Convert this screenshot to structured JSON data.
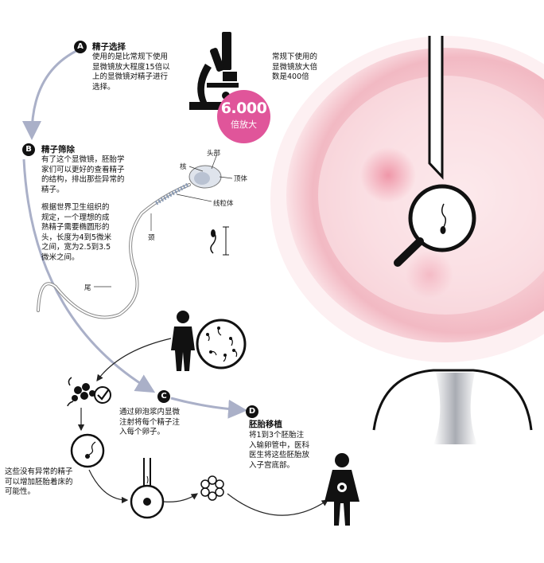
{
  "steps": {
    "a": {
      "badge": "A",
      "title": "精子选择",
      "body": [
        "使用的是比常规下使用",
        "显微镜放大程度15倍以",
        "上的显微镜对精子进行",
        "选择。"
      ]
    },
    "b": {
      "badge": "B",
      "title": "精子筛除",
      "body": [
        "有了这个显微镜，胚胎学",
        "家们可以更好的查看精子",
        "的结构，排出那些异常的",
        "精子。"
      ],
      "body2": [
        "根据世界卫生组织的",
        "规定，一个理想的成",
        "熟精子需要椭圆形的",
        "头，长度为4到5微米",
        "之间，宽为2.5到3.5",
        "微米之间。"
      ]
    },
    "c": {
      "badge": "C",
      "body": [
        "通过卵泡浆内显微",
        "注射将每个精子注",
        "入每个卵子。"
      ]
    },
    "d": {
      "badge": "D",
      "title": "胚胎移植",
      "body": [
        "将1到3个胚胎注",
        "入输卵管中，医科",
        "医生将这些胚胎放",
        "入子宫底部。"
      ]
    }
  },
  "microscope_note": [
    "常规下使用的",
    "显微镜放大倍",
    "数是400倍"
  ],
  "magnification": {
    "number": "6.000",
    "label": "倍放大",
    "color": "#e0559a"
  },
  "sperm_labels": {
    "head": "头部",
    "nucleus": "核",
    "acrosome": "顶体",
    "mitochondria": "线粒体",
    "neck": "颈",
    "tail": "尾"
  },
  "left_note": [
    "这些没有异常的精子",
    "可以增加胚胎着床的",
    "可能性。"
  ],
  "icons": [
    "microscope-icon",
    "magnifier-icon",
    "man-icon",
    "woman-icon",
    "checkmark-icon"
  ]
}
